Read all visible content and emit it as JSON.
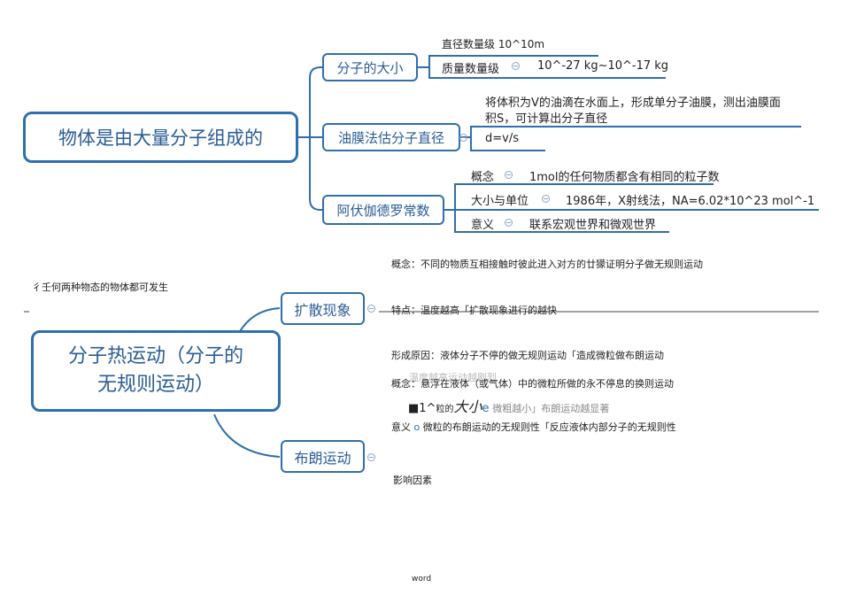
{
  "map1": {
    "root": "物体是由大量分子组成的",
    "size": {
      "label": "分子的大小",
      "diameter": "直径数量级 10^10m",
      "mass_label": "质量数量级",
      "mass_value": "10^-27 kg~10^-17 kg"
    },
    "oil": {
      "label": "油膜法估分子直径",
      "desc_line1": "将体积为V的油滴在水面上，形成单分子油膜，测出油膜面",
      "desc_line2": "积S，可计算出分子直径",
      "formula": "d=v/s"
    },
    "avogadro": {
      "label": "阿伏伽德罗常数",
      "concept_label": "概念",
      "concept_value": "1mol的任何物质都含有相同的粒子数",
      "unit_label": "大小与单位",
      "unit_value": "1986年，X射线法，NA=6.02*10^23 mol^-1",
      "meaning_label": "意义",
      "meaning_value": "联系宏观世界和微观世界"
    }
  },
  "map2": {
    "root_line1": "分子热运动（分子的",
    "root_line2": "无规则运动）",
    "diffusion": {
      "label": "扩散现象",
      "concept": "概念：不同的物质互相接触时彼此进入对方的廿獴证明分子做无规则运动",
      "note": "彳壬何两种物态的物体都可发生",
      "feature": "特点：温度越高「扩散现象进行的越快"
    },
    "brownian": {
      "label": "布朗运动",
      "cause": "形成原因：液体分子不停的做无规则运动「造成微粒做布朗运动",
      "concept_faded": "温度越高运动越剧烈",
      "concept": "概念：悬浮在液体（或气体）中的微粒所做的永不停息的换则运动",
      "factor_prefix": "■1^",
      "factor_small": "粒的",
      "factor_big": "大小",
      "factor_o": "e",
      "factor_rest": "微粗越小」布朗运动越显著",
      "meaning_prefix": "意义",
      "meaning_o": "o",
      "meaning_rest": "微粒的布朗运动的无规则性「反应液体内部分子的无规则性",
      "influence": "影响因素"
    }
  },
  "footer": {
    "word": "word"
  },
  "colors": {
    "node_border": "#2f6fad",
    "node_text": "#2a5d95",
    "line": "#2f6fad"
  }
}
